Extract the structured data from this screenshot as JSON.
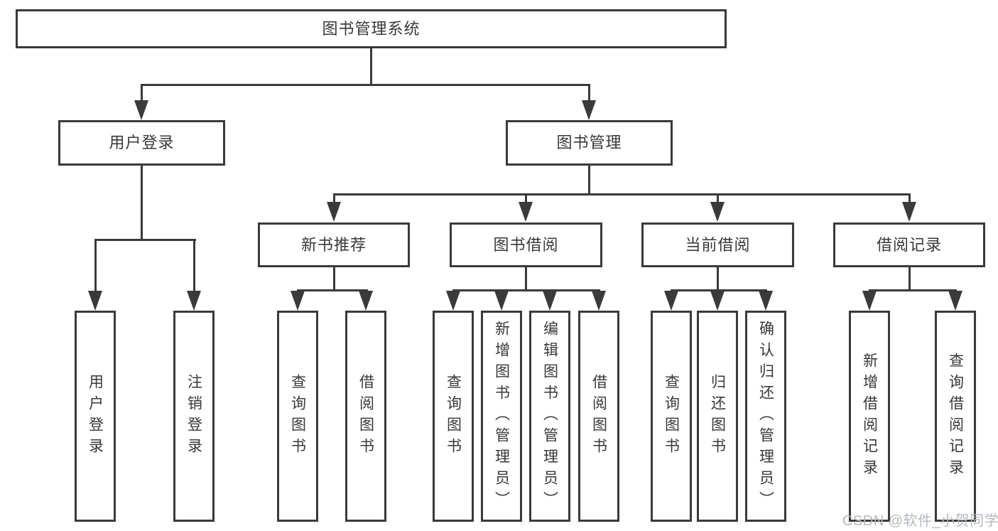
{
  "colors": {
    "line": "#3a3a3a",
    "text": "#383838",
    "box_background": "#ffffff",
    "page_background": "#ffffff",
    "watermark": "#b4b8be"
  },
  "watermark": {
    "text": "CSDN @软件_小贺同学"
  },
  "diagram": {
    "root": {
      "label": "图书管理系统"
    },
    "level2": [
      {
        "label": "用户登录"
      },
      {
        "label": "图书管理"
      }
    ],
    "level3": [
      {
        "label": "新书推荐",
        "parent": "图书管理"
      },
      {
        "label": "图书借阅",
        "parent": "图书管理"
      },
      {
        "label": "当前借阅",
        "parent": "图书管理"
      },
      {
        "label": "借阅记录",
        "parent": "图书管理"
      }
    ],
    "level4": [
      {
        "label": "用户登录",
        "parent": "用户登录"
      },
      {
        "label": "注销登录",
        "parent": "用户登录"
      },
      {
        "label": "查询图书",
        "parent": "新书推荐"
      },
      {
        "label": "借阅图书",
        "parent": "新书推荐"
      },
      {
        "label": "查询图书",
        "parent": "图书借阅"
      },
      {
        "label": "新增图书（管理员）",
        "parent": "图书借阅"
      },
      {
        "label": "编辑图书（管理员）",
        "parent": "图书借阅"
      },
      {
        "label": "借阅图书",
        "parent": "图书借阅"
      },
      {
        "label": "查询图书",
        "parent": "当前借阅"
      },
      {
        "label": "归还图书",
        "parent": "当前借阅"
      },
      {
        "label": "确认归还（管理员）",
        "parent": "当前借阅"
      },
      {
        "label": "新增借阅记录",
        "parent": "借阅记录"
      },
      {
        "label": "查询借阅记录",
        "parent": "借阅记录"
      }
    ]
  }
}
